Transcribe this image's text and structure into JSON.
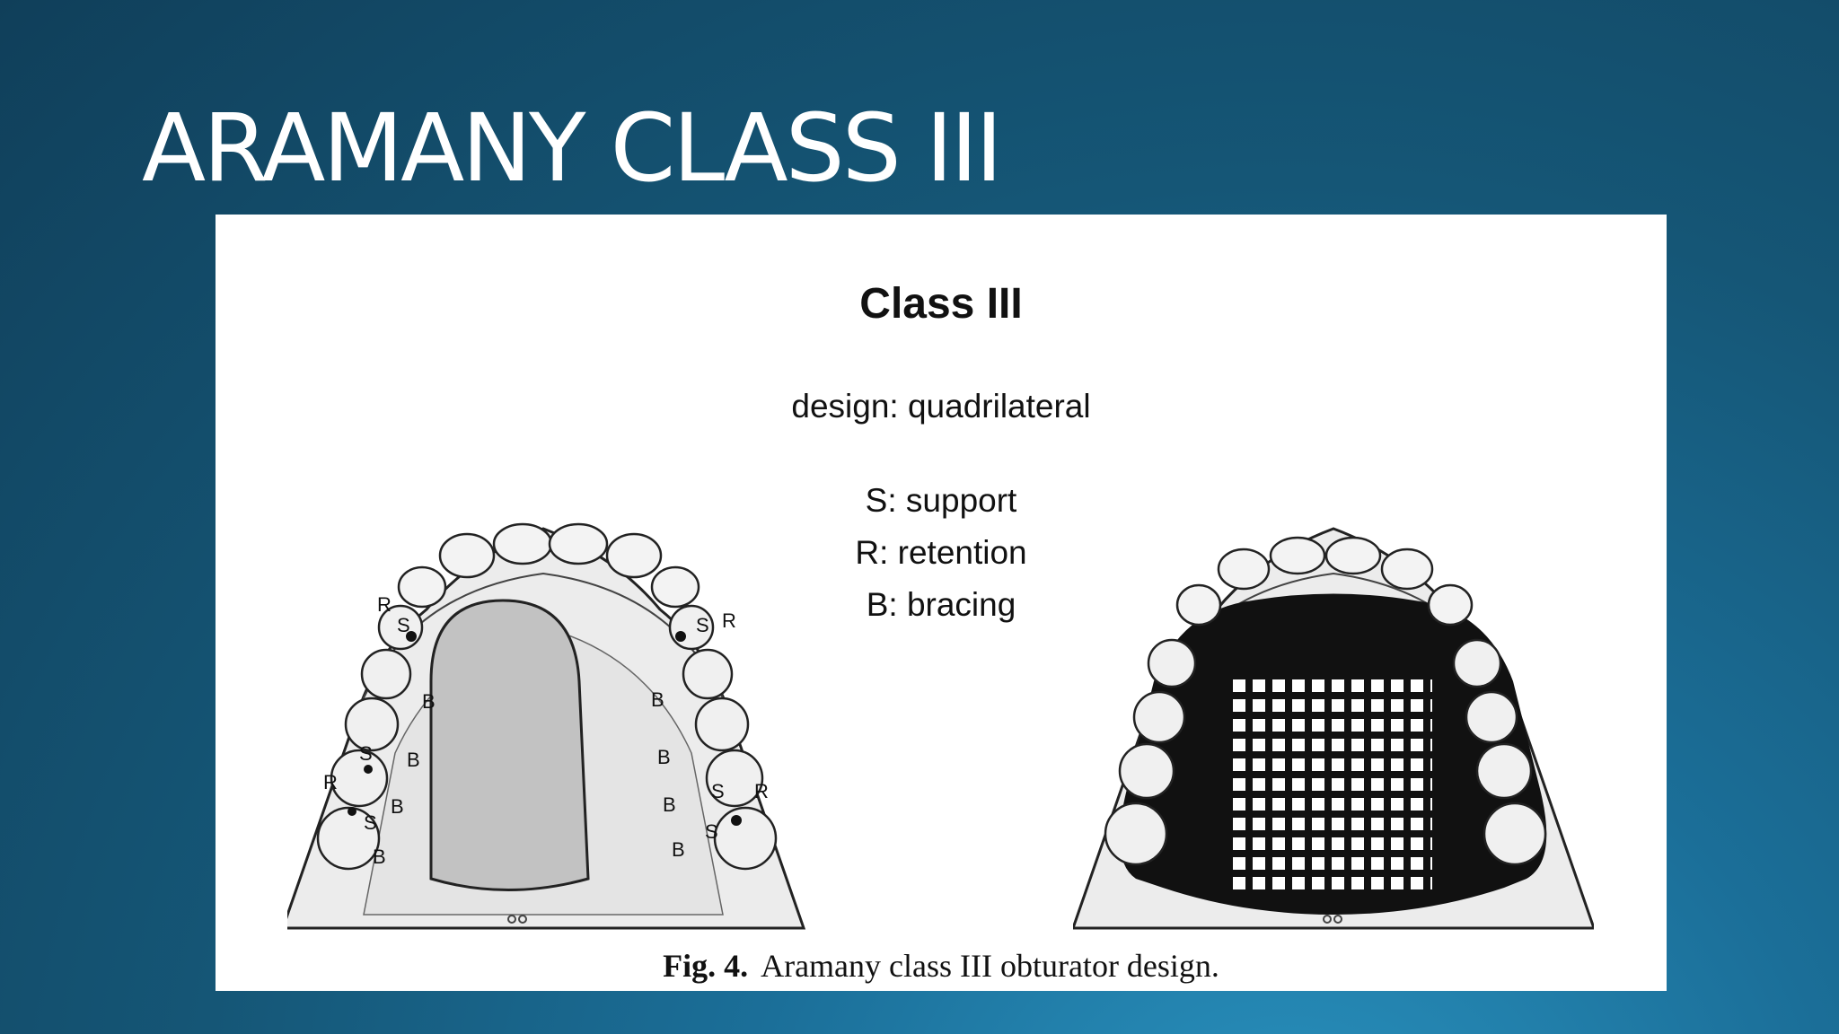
{
  "slide": {
    "title": "ARAMANY CLASS III"
  },
  "figure": {
    "heading": "Class III",
    "design": "design: quadrilateral",
    "legend": [
      "S: support",
      "R: retention",
      "B: bracing"
    ],
    "caption_label": "Fig. 4.",
    "caption_text": "Aramany class III obturator design.",
    "marks": {
      "support": "S",
      "retention": "R",
      "bracing": "B"
    }
  }
}
